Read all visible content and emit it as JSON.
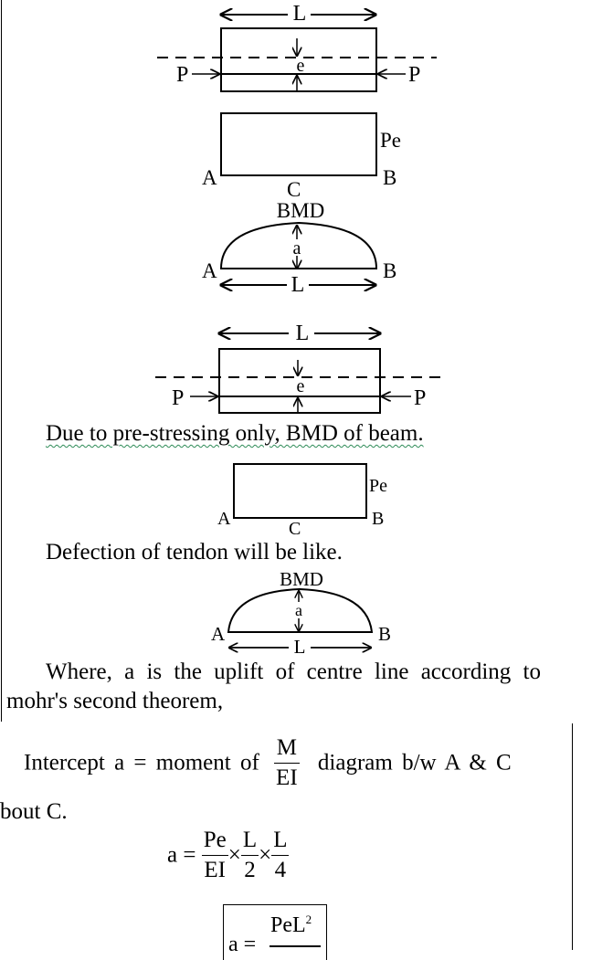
{
  "diagrams": {
    "length_label": "L",
    "eccentricity_label": "e",
    "force_label": "P",
    "moment_label": "Pe",
    "point_a": "A",
    "point_b": "B",
    "point_c": "C",
    "bmd_label": "BMD",
    "uplift_label": "a"
  },
  "text": {
    "line1": "Due to pre-stressing only, BMD of beam.",
    "line2": "Defection of tendon will be like.",
    "line3a": "Where, a is the uplift of centre line according to",
    "line3b": "mohr's second theorem,",
    "line4_prefix": "Intercept a = moment of",
    "line4_num": "M",
    "line4_den": "EI",
    "line4_suffix": "diagram b/w A & C",
    "line5": "bout C."
  },
  "equation": {
    "lhs": "a =",
    "f1_num": "Pe",
    "f1_den": "EI",
    "f2_num": "L",
    "f2_den": "2",
    "f3_num": "L",
    "f3_den": "4",
    "times": "×",
    "boxed_lhs": "a =",
    "boxed_num": "PeL",
    "boxed_exp": "2"
  }
}
